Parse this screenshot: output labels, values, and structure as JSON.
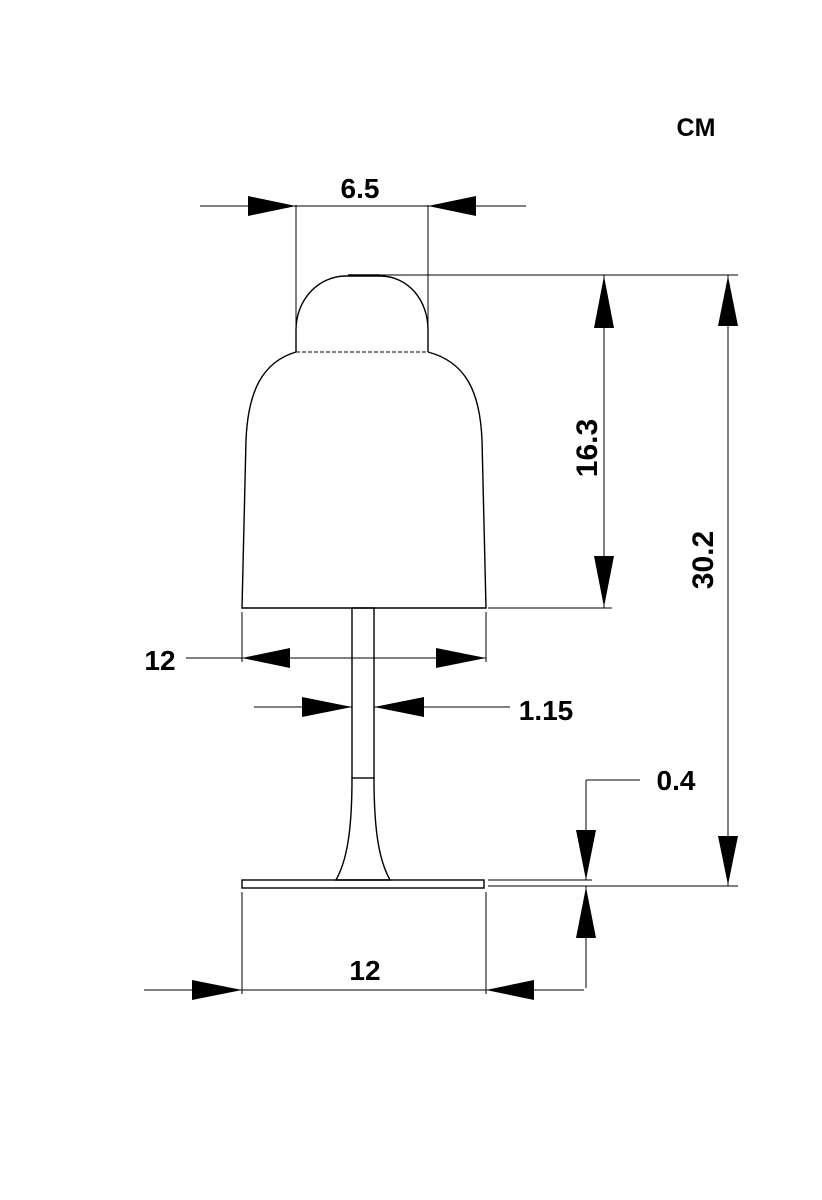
{
  "diagram": {
    "unit_label": "CM",
    "dimensions": {
      "top_width": "6.5",
      "shade_height": "16.3",
      "total_height": "30.2",
      "shade_width": "12",
      "stem_width": "1.15",
      "base_thickness": "0.4",
      "base_width": "12"
    },
    "colors": {
      "line": "#000000",
      "background": "#ffffff"
    }
  }
}
